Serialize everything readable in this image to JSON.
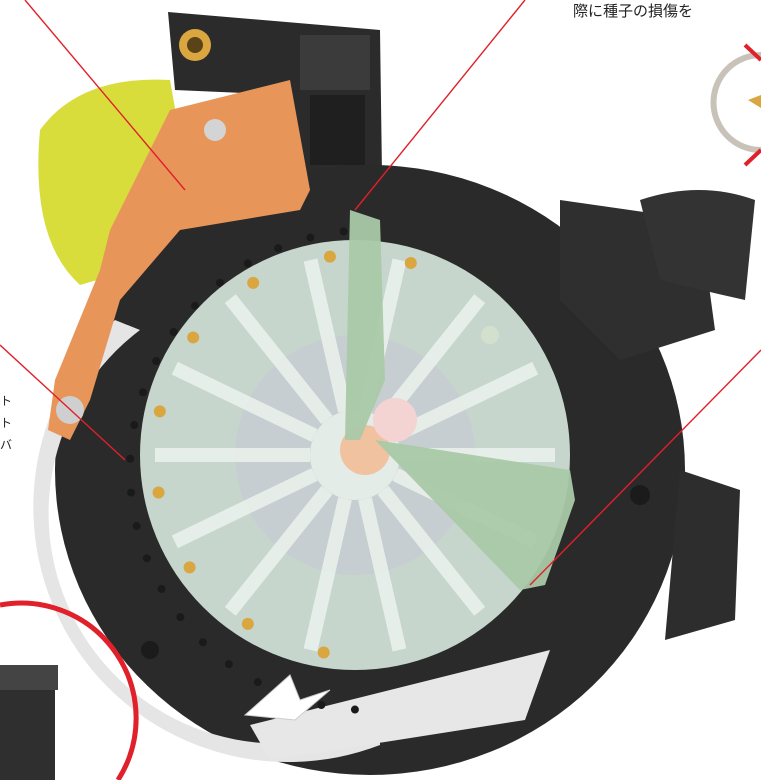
{
  "caption_top_right": "際に種子の損傷を",
  "side_fragments": [
    "ト",
    "ト",
    "バ"
  ],
  "colors": {
    "housing": "#2a2a2a",
    "orange_plate": "#e8955a",
    "yellow_green": "#d8dd3c",
    "disc": "#d7e9df",
    "arm_green": "#a9c9a8",
    "pointer_red": "#e0202a",
    "brass": "#d9a640",
    "perforated_ring": "#e5e5e5"
  },
  "icons": [
    "seed-disc-icon",
    "no-damage-icon"
  ]
}
